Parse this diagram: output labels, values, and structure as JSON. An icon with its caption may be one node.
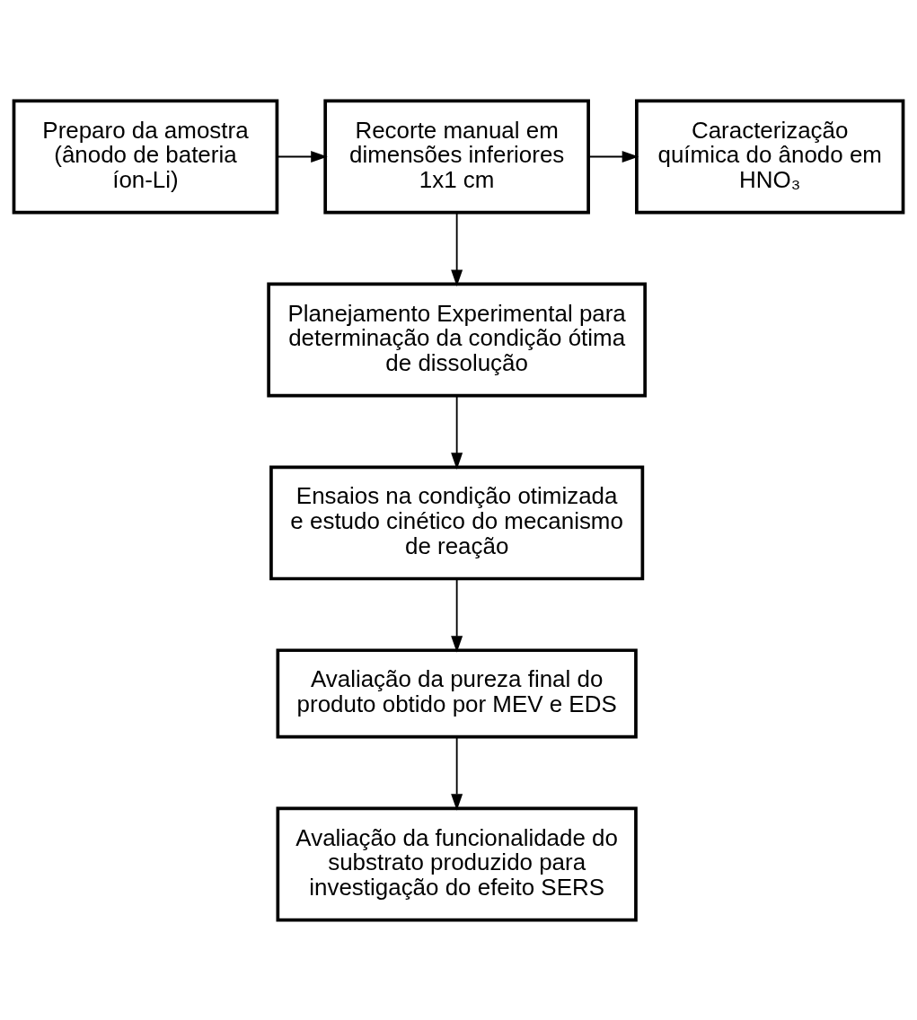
{
  "diagram": {
    "nodes": [
      {
        "text": [
          "Preparo da amostra (ânodo de bateria íon-Li)"
        ]
      },
      {
        "text": [
          "Recorte manual em dimensões inferiores 1x1 cm"
        ]
      },
      {
        "text": [
          "Caracterização química do ânodo em HNO₃"
        ]
      },
      {
        "text": [
          "Planejamento Experimental para determinação da condição ótima de dissolução"
        ]
      },
      {
        "text": [
          "Ensaios na condição otimizada e estudo cinético do mecanismo de reação"
        ]
      },
      {
        "text": [
          "Avaliação da pureza final do produto obtido por MEV e EDS"
        ]
      },
      {
        "text": [
          "Avaliação da funcionalidade do substrato produzido para investigação do efeito SERS"
        ]
      }
    ],
    "edges": [
      {
        "from": 0,
        "to": 1,
        "arrow": "to"
      },
      {
        "from": 1,
        "to": 2,
        "arrow": "to"
      },
      {
        "from": 1,
        "to": 3,
        "arrow": "to"
      },
      {
        "from": 3,
        "to": 4,
        "arrow": "to"
      },
      {
        "from": 4,
        "to": 5,
        "arrow": "to"
      },
      {
        "from": 5,
        "to": 6,
        "arrow": "to"
      }
    ]
  }
}
